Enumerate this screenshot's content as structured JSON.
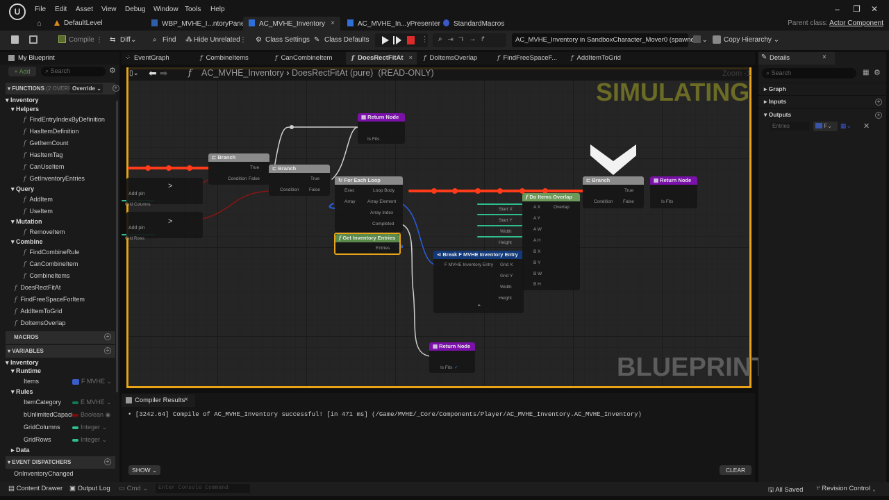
{
  "menu": [
    "File",
    "Edit",
    "Asset",
    "View",
    "Debug",
    "Window",
    "Tools",
    "Help"
  ],
  "doc_tabs": [
    {
      "label": "DefaultLevel",
      "icon": "level-icon"
    },
    {
      "label": "WBP_MVHE_I...ntoryPanel",
      "icon": "widget-blueprint-icon"
    },
    {
      "label": "AC_MVHE_Inventory",
      "icon": "blueprint-icon",
      "active": true,
      "close": "×"
    },
    {
      "label": "AC_MVHE_In...yPresenter",
      "icon": "blueprint-icon"
    },
    {
      "label": "StandardMacros",
      "icon": "macro-library-icon"
    }
  ],
  "parent_class": {
    "label": "Parent class:",
    "value": "Actor Component"
  },
  "window_controls": {
    "minimize": "–",
    "maximize": "❐",
    "close": "✕"
  },
  "toolbar": {
    "compile": "Compile",
    "diff": "Diff",
    "find": "Find",
    "hide_unrelated": "Hide Unrelated",
    "class_settings": "Class Settings",
    "class_defaults": "Class Defaults",
    "debug_object": "AC_MVHE_Inventory in SandboxCharacter_Mover0 (spawned)",
    "copy_hierarchy": "Copy Hierarchy"
  },
  "my_blueprint": {
    "title": "My Blueprint",
    "add": "+ Add",
    "search_placeholder": "Search",
    "functions_header": "FUNCTIONS",
    "functions_count": "(2 OVERR",
    "override": "Override",
    "tree": {
      "inventory": "Inventory",
      "helpers": "Helpers",
      "helpers_items": [
        "FindEntryIndexByDefinition",
        "HasItemDefinition",
        "GetItemCount",
        "HasItemTag",
        "CanUseItem",
        "GetInventoryEntries"
      ],
      "query": "Query",
      "query_items": [
        "AddItem",
        "UseItem"
      ],
      "mutation": "Mutation",
      "mutation_items": [
        "RemoveItem"
      ],
      "combine": "Combine",
      "combine_items": [
        "FindCombineRule",
        "CanCombineItem",
        "CombineItems"
      ],
      "root_items": [
        "DoesRectFitAt",
        "FindFreeSpaceForItem",
        "AddItemToGrid",
        "DoItemsOverlap"
      ]
    },
    "macros_header": "MACROS",
    "variables_header": "VARIABLES",
    "var_inventory": "Inventory",
    "runtime": "Runtime",
    "runtime_vars": [
      {
        "name": "Items",
        "type": "F MVHE",
        "color": "#3b5dc9"
      }
    ],
    "rules": "Rules",
    "rules_vars": [
      {
        "name": "ItemCategory",
        "type": "E MVHE",
        "color": "#0f7a5a"
      },
      {
        "name": "bUnlimitedCapaci",
        "type": "Boolean",
        "color": "#7a0d0d"
      },
      {
        "name": "GridColumns",
        "type": "Integer",
        "color": "#2fbf8f"
      },
      {
        "name": "GridRows",
        "type": "Integer",
        "color": "#2fbf8f"
      }
    ],
    "data": "Data",
    "dispatchers_header": "EVENT DISPATCHERS",
    "dispatchers": [
      "OnInventoryChanged"
    ]
  },
  "graph_tabs": [
    {
      "label": "EventGraph",
      "icon": "event-graph-icon"
    },
    {
      "label": "CombineItems",
      "icon": "function-icon"
    },
    {
      "label": "CanCombineItem",
      "icon": "function-icon"
    },
    {
      "label": "DoesRectFitAt",
      "icon": "function-icon",
      "active": true,
      "close": "×"
    },
    {
      "label": "DoItemsOverlap",
      "icon": "function-icon"
    },
    {
      "label": "FindFreeSpaceF...",
      "icon": "function-icon"
    },
    {
      "label": "AddItemToGrid",
      "icon": "function-icon"
    }
  ],
  "graph": {
    "breadcrumb_owner": "AC_MVHE_Inventory",
    "breadcrumb_sep": "›",
    "breadcrumb_function": "DoesRectFitAt (pure)",
    "readonly": "(READ-ONLY)",
    "zoom": "Zoom -1",
    "simulating": "SIMULATING",
    "watermark": "BLUEPRINT",
    "accent": "#e8a317",
    "nodes": {
      "branch": "Branch",
      "return": "Return Node",
      "foreach": "For Each Loop",
      "get_entries": "Get Inventory Entries",
      "break": "Break F MVHE Inventory Entry",
      "overlap": "Do Items Overlap",
      "pins": {
        "true": "True",
        "false": "False",
        "condition": "Condition",
        "is_fits": "Is Fits",
        "exec": "Exec",
        "array": "Array",
        "loop_body": "Loop Body",
        "array_element": "Array Element",
        "array_index": "Array Index",
        "completed": "Completed",
        "entries": "Entries",
        "entry": "F MVHE Inventory Entry",
        "grid_x": "Grid X",
        "grid_y": "Grid Y",
        "width": "Width",
        "height": "Height",
        "start_x": "Start X",
        "start_y": "Start Y",
        "ax": "A X",
        "ay": "A Y",
        "aw": "A W",
        "ah": "A H",
        "bx": "B X",
        "by": "B Y",
        "bw": "B W",
        "bh": "B H",
        "overlap_out": "Overlap",
        "add_pin": "Add pin",
        "grid_columns": "Grid Columns",
        "grid_rows": "Grid Rows",
        "gt": ">"
      }
    }
  },
  "details": {
    "title": "Details",
    "search_placeholder": "Search",
    "sections": [
      "Graph",
      "Inputs",
      "Outputs"
    ],
    "output_param": {
      "name": "Entries",
      "type": "F"
    }
  },
  "compiler": {
    "title": "Compiler Results",
    "log": "[3242.64] Compile of AC_MVHE_Inventory successful! [in 471 ms] (/Game/MVHE/_Core/Components/Player/AC_MVHE_Inventory.AC_MVHE_Inventory)",
    "show": "SHOW",
    "clear": "CLEAR"
  },
  "statusbar": {
    "content_drawer": "Content Drawer",
    "output_log": "Output Log",
    "cmd": "Cmd",
    "cmd_placeholder": "Enter Console Command",
    "all_saved": "All Saved",
    "revision_control": "Revision Control"
  }
}
